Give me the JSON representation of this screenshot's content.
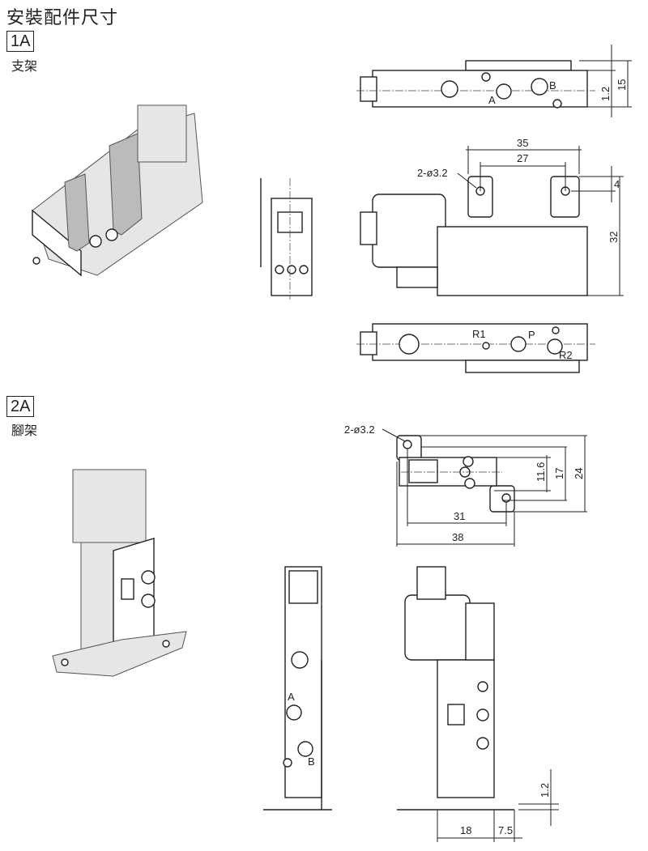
{
  "title": "安裝配件尺寸",
  "sections": [
    {
      "code": "1A",
      "name": "支架"
    },
    {
      "code": "2A",
      "name": "腳架"
    }
  ],
  "bracket_1A": {
    "top_view": {
      "port_a": "A",
      "port_b": "B",
      "dim_thickness": "1.2",
      "dim_height": "15"
    },
    "front_view": {
      "dim_outer": "35",
      "dim_inner": "27",
      "hole_note": "2-ø3.2",
      "dim_hole_offset": "4",
      "dim_height": "32"
    },
    "bottom_view": {
      "port_r1": "R1",
      "port_p": "P",
      "port_r2": "R2"
    }
  },
  "bracket_2A": {
    "top_view": {
      "hole_note": "2-ø3.2",
      "dim_a": "11.6",
      "dim_b": "17",
      "dim_c": "24",
      "dim_inner": "31",
      "dim_outer": "38"
    },
    "side_view": {
      "port_a": "A",
      "port_b": "B"
    },
    "front_view": {
      "dim_thickness": "1.2",
      "dim_width": "18",
      "dim_offset": "7.5"
    }
  }
}
